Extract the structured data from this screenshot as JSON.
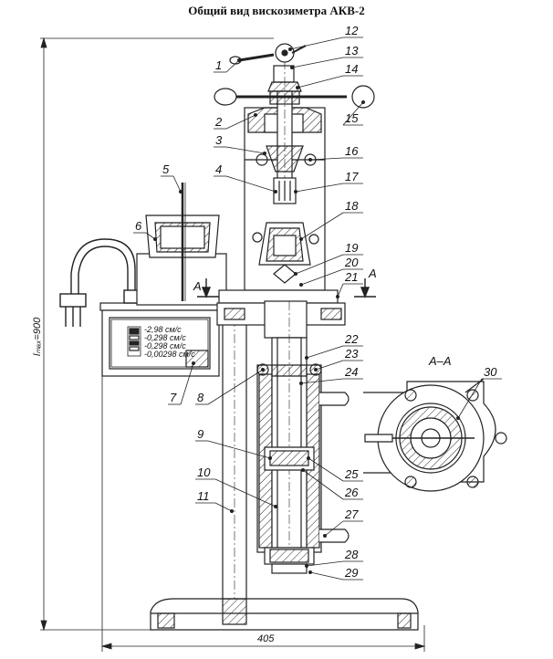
{
  "title": "Общий вид вискозиметра АКВ-2",
  "part_labels": [
    "1",
    "2",
    "3",
    "4",
    "5",
    "6",
    "7",
    "8",
    "9",
    "10",
    "11",
    "12",
    "13",
    "14",
    "15",
    "16",
    "17",
    "18",
    "19",
    "20",
    "21",
    "22",
    "23",
    "24",
    "25",
    "26",
    "27",
    "28",
    "29",
    "30"
  ],
  "dimensions": {
    "height_label": "lₘₐₓ=900",
    "width_label": "405"
  },
  "section": {
    "name": "А–А",
    "mark_left": "А",
    "mark_right": "А"
  },
  "display": {
    "readings": [
      "-2,98 см/с",
      "-0,298 см/с",
      "-0,298 см/с",
      "-0,00298 см/с"
    ]
  }
}
